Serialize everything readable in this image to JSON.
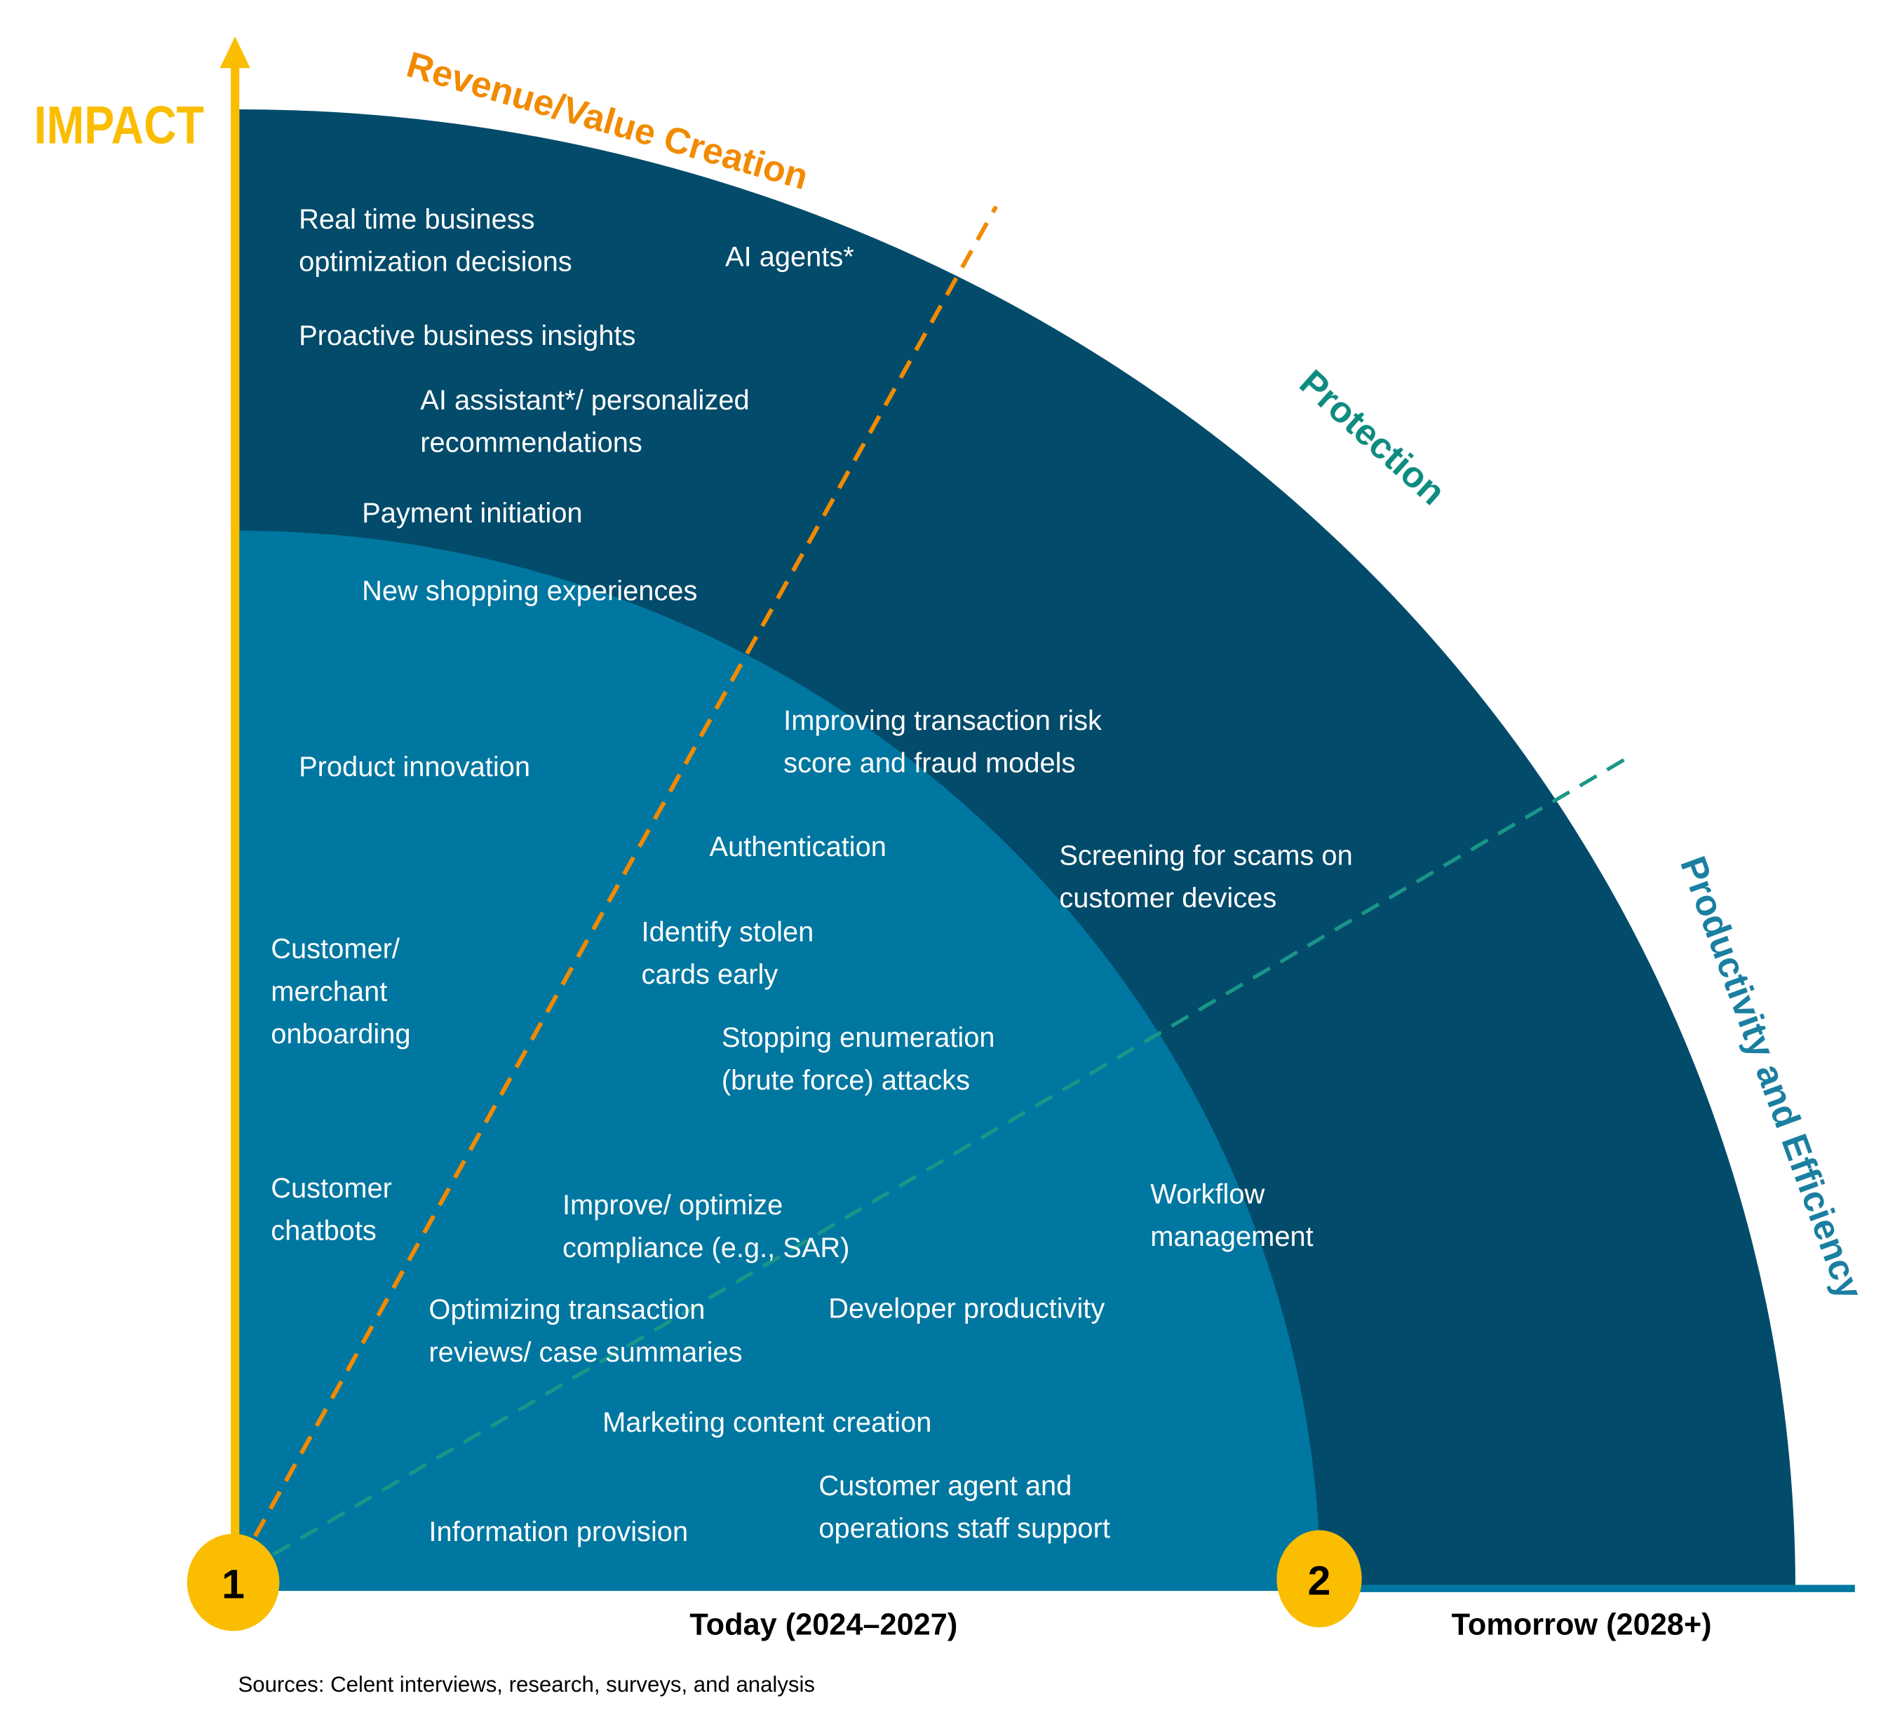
{
  "axis": {
    "y_label": "IMPACT",
    "x_today": "Today (2024–2027)",
    "x_tomorrow": "Tomorrow (2028+)"
  },
  "markers": [
    "1",
    "2"
  ],
  "categories": {
    "revenue": "Revenue/Value Creation",
    "protection": "Protection",
    "productivity": "Productivity and Efficiency"
  },
  "items": {
    "real_time": [
      "Real time business",
      "optimization decisions"
    ],
    "ai_agents": "AI agents*",
    "proactive": "Proactive business insights",
    "ai_assistant": [
      "AI assistant*/ personalized",
      "recommendations"
    ],
    "payment": "Payment initiation",
    "shopping": "New shopping experiences",
    "risk": [
      "Improving transaction risk",
      "score and fraud models"
    ],
    "product": "Product innovation",
    "auth": "Authentication",
    "scams": [
      "Screening for scams on",
      "customer devices"
    ],
    "stolen": [
      "Identify stolen",
      "cards early"
    ],
    "onboarding": [
      "Customer/",
      "merchant",
      "onboarding"
    ],
    "enumeration": [
      "Stopping enumeration",
      "(brute force) attacks"
    ],
    "chatbots": [
      "Customer",
      "chatbots"
    ],
    "compliance": [
      "Improve/ optimize",
      "compliance (e.g., SAR)"
    ],
    "workflow": [
      "Workflow",
      "management"
    ],
    "reviews": [
      "Optimizing transaction",
      "reviews/ case summaries"
    ],
    "developer": "Developer productivity",
    "marketing": "Marketing content creation",
    "agent_support": [
      "Customer agent and",
      "operations staff support"
    ],
    "info": "Information provision"
  },
  "source": "Sources: Celent interviews, research, surveys, and analysis",
  "colors": {
    "outer": "#034b6b",
    "inner": "#0077a0",
    "orange": "#f28a00",
    "yellow": "#fbbd00",
    "teal": "#1a9688",
    "protection": "#0f8c80",
    "productivity": "#1a7fa0"
  }
}
